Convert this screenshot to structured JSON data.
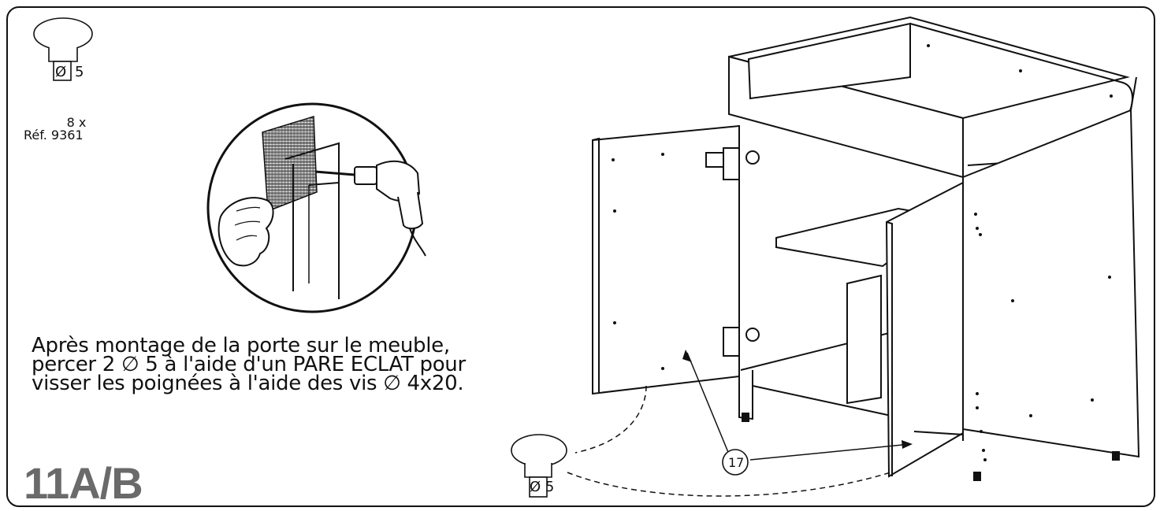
{
  "part": {
    "diameter_label_top": "Ø 5",
    "quantity": "8 x",
    "reference": "Réf. 9361"
  },
  "instructions": {
    "line1": "Après montage de la porte sur le meuble,",
    "line2": "percer 2 ∅ 5 à l'aide d'un PARE ECLAT pour",
    "line3": "visser les poignées à l'aide des vis ∅ 4x20."
  },
  "step_number": "11A/B",
  "bottom_part": {
    "diameter_label": "Ø 5"
  },
  "callout": {
    "number": "17"
  }
}
